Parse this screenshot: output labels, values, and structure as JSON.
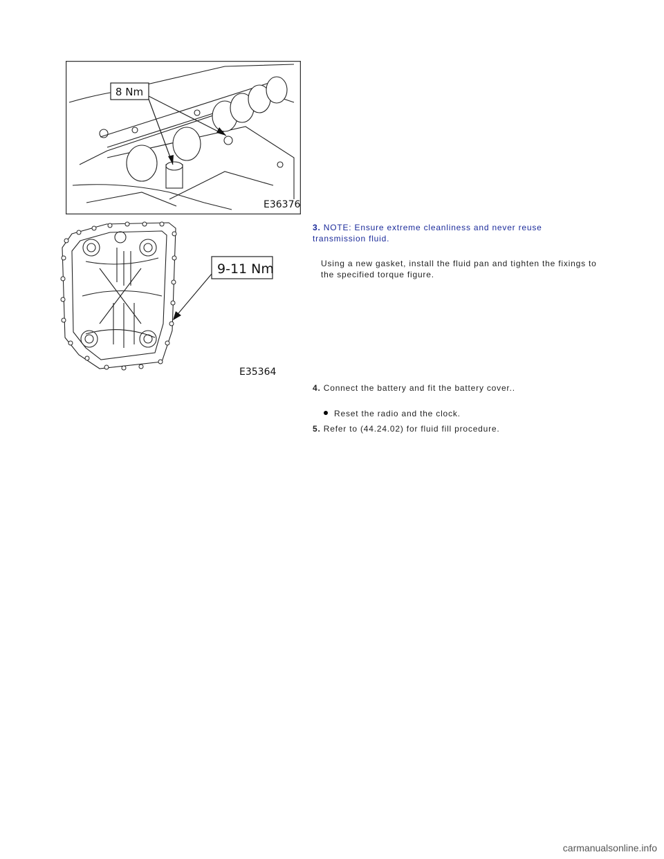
{
  "figures": {
    "fig1": {
      "callout": "8 Nm",
      "code": "E36376"
    },
    "fig2": {
      "callout": "9-11 Nm",
      "code": "E35364"
    }
  },
  "steps": {
    "s3": {
      "number": "3.",
      "note": "NOTE: Ensure extreme cleanliness and never reuse transmission fluid.",
      "body": "Using a new gasket, install the fluid pan and tighten the fixings to the specified torque figure."
    },
    "s4": {
      "number": "4.",
      "text": "Connect the battery and fit the battery cover..",
      "bullet": "Reset the radio and the clock."
    },
    "s5": {
      "number": "5.",
      "text": "Refer to (44.24.02) for fluid fill procedure."
    }
  },
  "watermark": "carmanualsonline.info"
}
